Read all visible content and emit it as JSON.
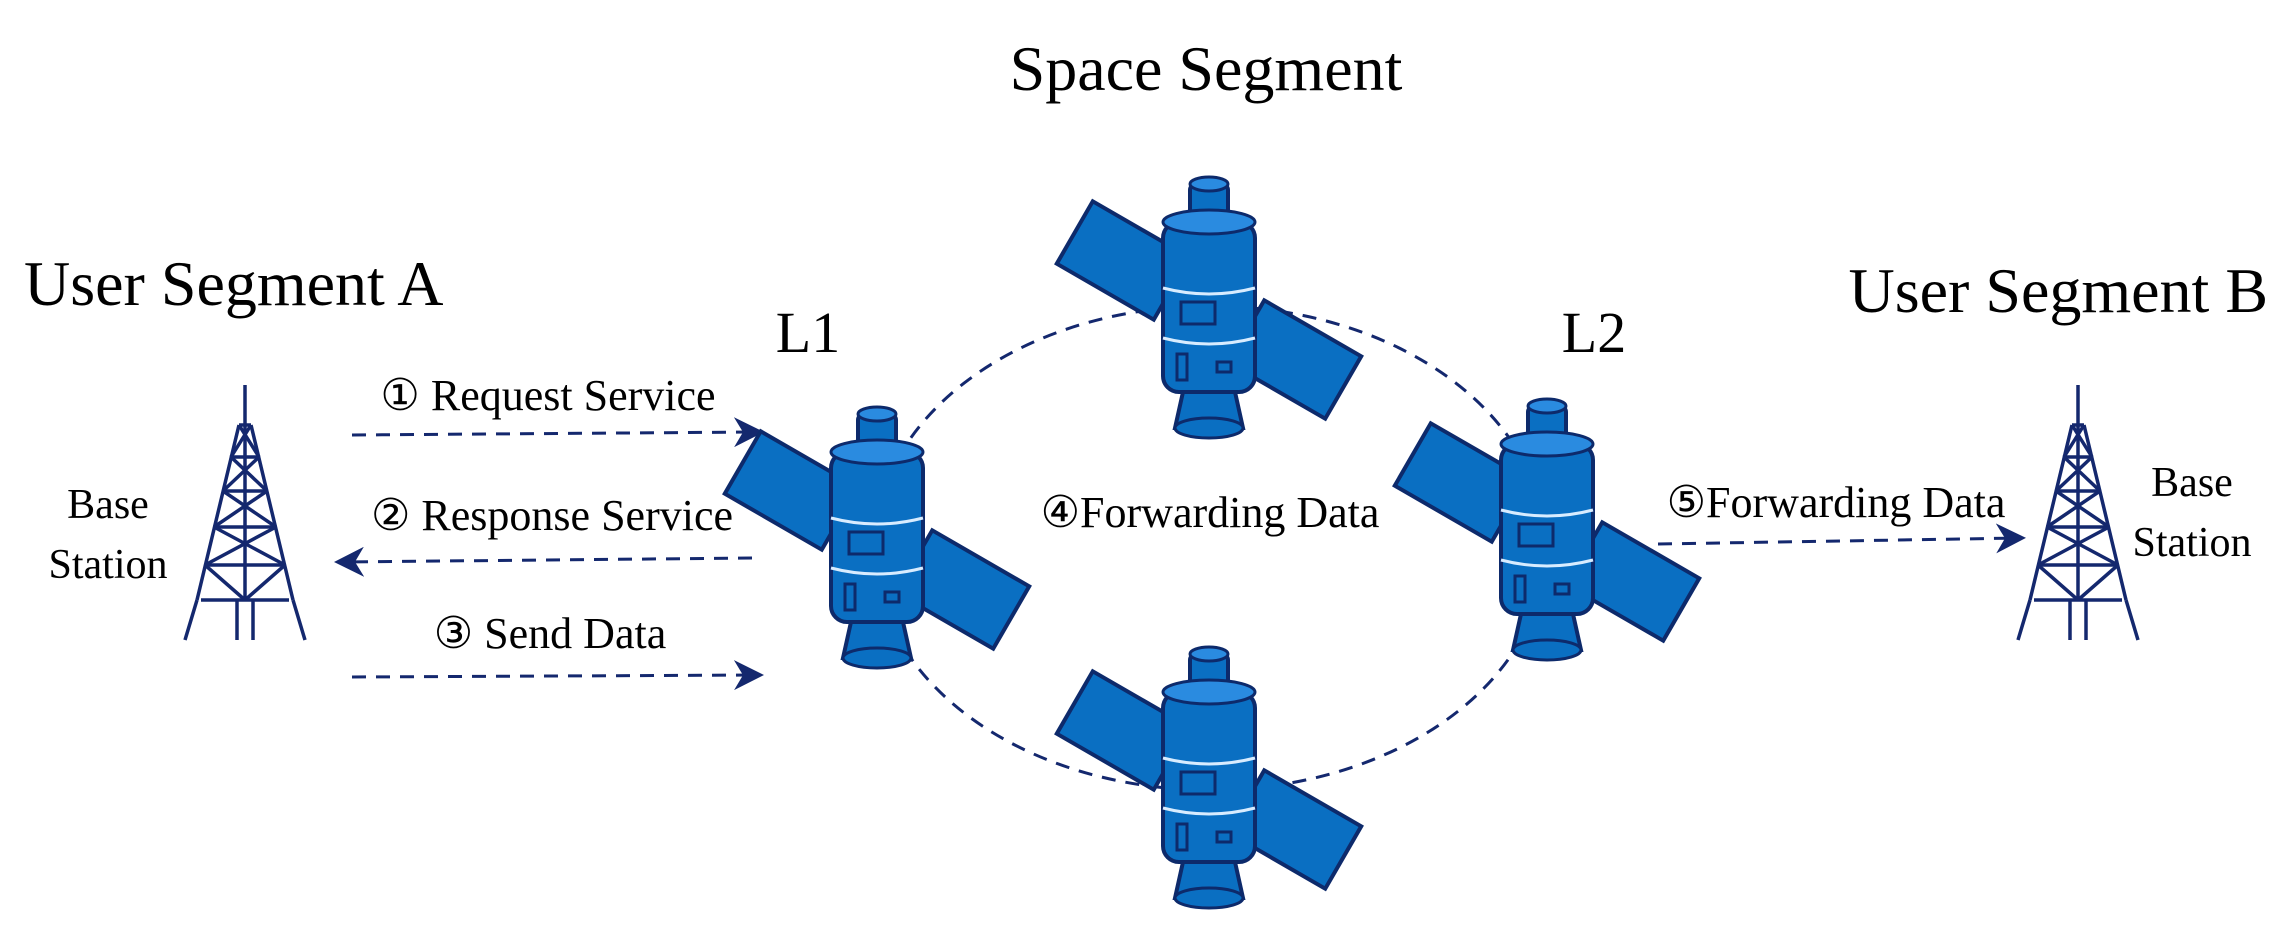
{
  "title": "Space Segment",
  "user_segment_a": {
    "title": "User Segment A",
    "base_station": [
      "Base",
      "Station"
    ]
  },
  "user_segment_b": {
    "title": "User Segment B",
    "base_station": [
      "Base",
      "Station"
    ]
  },
  "satellites": {
    "l1": "L1",
    "l2": "L2"
  },
  "steps": {
    "s1": "① Request Service",
    "s2": "② Response Service",
    "s3": "③ Send Data",
    "s4": "④Forwarding Data",
    "s5": "⑤Forwarding Data"
  },
  "colors": {
    "satellite_blue": "#0a6fc2",
    "satellite_outline": "#0d2a6b",
    "arrow_navy": "#14286e",
    "tower_navy": "#14286e"
  }
}
